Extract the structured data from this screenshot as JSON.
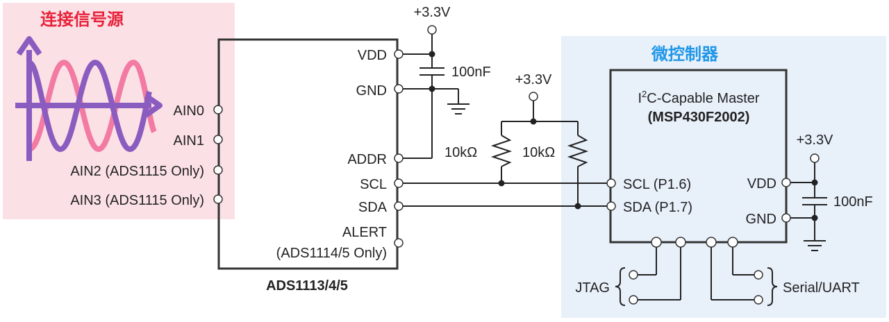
{
  "colors": {
    "signal_bg": "#fbe1e6",
    "mcu_bg": "#e8f0fa",
    "signal_title": "#e8213a",
    "mcu_title": "#1f97e8",
    "wave_pink": "#f27aa3",
    "wave_purple": "#8b5cc0",
    "line": "#222222"
  },
  "signal_source": {
    "title": "连接信号源"
  },
  "adc": {
    "name": "ADS1113/4/5",
    "pins": {
      "vdd": "VDD",
      "gnd": "GND",
      "addr": "ADDR",
      "scl": "SCL",
      "sda": "SDA",
      "alert": "ALERT",
      "alert_note": "(ADS1114/5 Only)",
      "ain0": "AIN0",
      "ain1": "AIN1",
      "ain2": "AIN2 (ADS1115 Only)",
      "ain3": "AIN3 (ADS1115 Only)"
    }
  },
  "supply": {
    "label": "+3.3V"
  },
  "capacitor": {
    "label": "100nF"
  },
  "pullup": {
    "label": "10kΩ"
  },
  "mcu": {
    "title": "微控制器",
    "desc_sup": "2",
    "desc_i": "I",
    "desc_rest": "C-Capable Master",
    "part": "(MSP430F2002)",
    "pins": {
      "scl": "SCL (P1.6)",
      "sda": "SDA (P1.7)",
      "vdd": "VDD",
      "gnd": "GND"
    },
    "ports": {
      "jtag": "JTAG",
      "uart": "Serial/UART"
    }
  }
}
